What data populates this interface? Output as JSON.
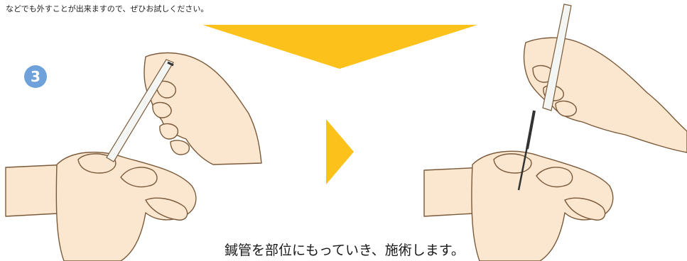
{
  "intro_text": "などでも外すことが出来ますので、ぜひお試しください。",
  "step": {
    "number": "3",
    "color": "#6fa1da"
  },
  "caption": "鍼管を部位にもっていき、施術します。",
  "colors": {
    "arrow_yellow": "#fcc21b",
    "skin": "#fbe6cf",
    "skin_outline": "#7a5a3a",
    "tube_fill": "#f4f6f4",
    "needle": "#333333"
  },
  "icons": {
    "down_arrow": "down-triangle-icon",
    "right_arrow": "right-triangle-icon"
  }
}
